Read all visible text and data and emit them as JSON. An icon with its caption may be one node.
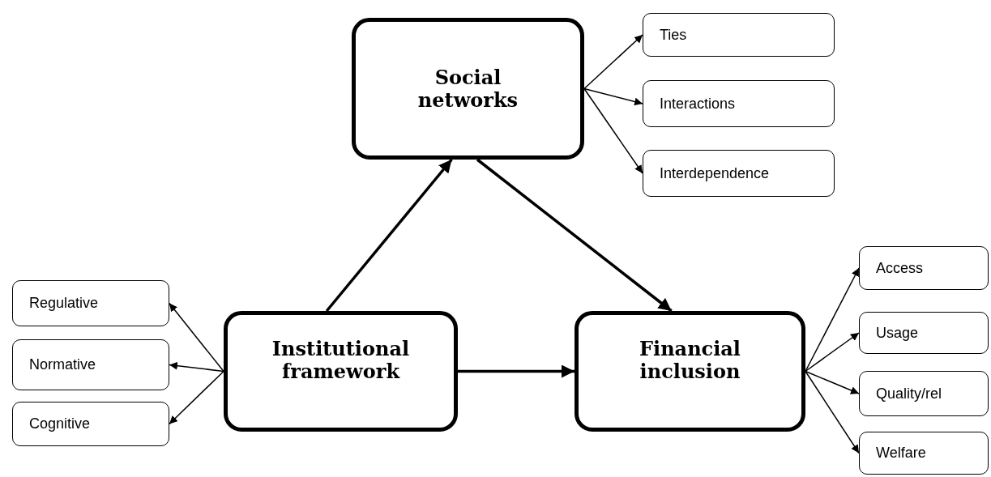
{
  "diagram": {
    "nodes": [
      {
        "text": [
          "Social networks"
        ]
      },
      {
        "text": [
          "Ties"
        ]
      },
      {
        "text": [
          "Interactions"
        ]
      },
      {
        "text": [
          "Interdependence"
        ]
      },
      {
        "text": [
          "Regulative"
        ]
      },
      {
        "text": [
          "Normative"
        ]
      },
      {
        "text": [
          "Cognitive"
        ]
      },
      {
        "text": [
          "Institutional framework"
        ]
      },
      {
        "text": [
          "Financial inclusion"
        ]
      },
      {
        "text": [
          "Access"
        ]
      },
      {
        "text": [
          "Usage"
        ]
      },
      {
        "text": [
          "Quality/rel"
        ]
      },
      {
        "text": [
          "Welfare"
        ]
      }
    ],
    "edges": [
      {
        "from": 7,
        "to": 0,
        "arrow": "to",
        "style": "thick"
      },
      {
        "from": 0,
        "to": 8,
        "arrow": "to",
        "style": "thick"
      },
      {
        "from": 7,
        "to": 8,
        "arrow": "to",
        "style": "thick"
      },
      {
        "from": 0,
        "to": 1,
        "arrow": "to"
      },
      {
        "from": 0,
        "to": 2,
        "arrow": "to"
      },
      {
        "from": 0,
        "to": 3,
        "arrow": "to"
      },
      {
        "from": 7,
        "to": 4,
        "arrow": "to"
      },
      {
        "from": 7,
        "to": 5,
        "arrow": "to"
      },
      {
        "from": 7,
        "to": 6,
        "arrow": "to"
      },
      {
        "from": 8,
        "to": 9,
        "arrow": "to"
      },
      {
        "from": 8,
        "to": 10,
        "arrow": "to"
      },
      {
        "from": 8,
        "to": 11,
        "arrow": "to"
      },
      {
        "from": 8,
        "to": 12,
        "arrow": "to"
      }
    ]
  }
}
